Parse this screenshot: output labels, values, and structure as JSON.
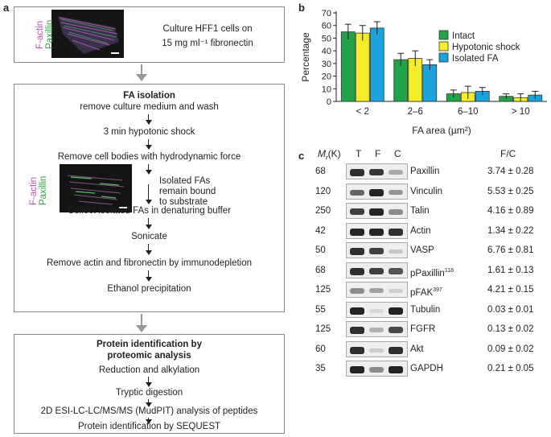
{
  "panel_a": {
    "letter": "a",
    "box1": {
      "culture_line1": "Culture HFF1 cells on",
      "culture_line2": "15 mg ml⁻¹ fibronectin",
      "label_factin": "F-actin",
      "label_paxillin": "Paxillin"
    },
    "box2": {
      "title": "FA isolation",
      "steps": [
        "remove culture medium and wash",
        "3 min hypotonic shock",
        "Remove cell bodies with hydrodynamic force",
        "Isolated FAs",
        "remain bound",
        "to substrate",
        "Collect isolated FAs in denaturing buffer",
        "Sonicate",
        "Remove actin and fibronectin by immunodepletion",
        "Ethanol precipitation"
      ],
      "label_factin": "F-actin",
      "label_paxillin": "Paxillin"
    },
    "box3": {
      "title_line1": "Protein identification by",
      "title_line2": "proteomic analysis",
      "steps": [
        "Reduction and alkylation",
        "Tryptic digestion",
        "2D ESI-LC-LC/MS/MS (MudPIT) analysis of peptides",
        "Protein identification by SEQUEST"
      ]
    }
  },
  "panel_b": {
    "letter": "b"
  },
  "chart_data": {
    "type": "bar",
    "title": "",
    "xlabel": "FA area (µm²)",
    "ylabel": "Percentage",
    "ylim": [
      0,
      70
    ],
    "yticks": [
      0,
      10,
      20,
      30,
      40,
      50,
      60,
      70
    ],
    "categories": [
      "< 2",
      "2–6",
      "6–10",
      "> 10"
    ],
    "legend_position": "top-right",
    "series": [
      {
        "name": "Intact",
        "color": "#22a34a",
        "values": [
          55,
          33,
          6,
          4
        ],
        "errors": [
          6,
          5,
          3,
          2
        ]
      },
      {
        "name": "Hypotonic shock",
        "color": "#f5ec2a",
        "values": [
          54,
          34,
          7,
          3
        ],
        "errors": [
          6,
          6,
          5,
          3
        ]
      },
      {
        "name": "Isolated FA",
        "color": "#1aa3dc",
        "values": [
          58,
          29,
          8,
          5
        ],
        "errors": [
          5,
          4,
          3,
          3
        ]
      }
    ]
  },
  "panel_c": {
    "letter": "c",
    "mr_label": "M",
    "mr_sub": "r",
    "mr_unit": "(K)",
    "lanes": [
      "T",
      "F",
      "C"
    ],
    "ratio_header": "F/C",
    "rows": [
      {
        "mw": "68",
        "protein": "Paxillin",
        "sup": "",
        "ratio": "3.74 ± 0.28",
        "bands": [
          0.9,
          0.85,
          0.25
        ]
      },
      {
        "mw": "120",
        "protein": "Vinculin",
        "sup": "",
        "ratio": "5.53 ± 0.25",
        "bands": [
          0.6,
          0.95,
          0.35
        ]
      },
      {
        "mw": "250",
        "protein": "Talin",
        "sup": "",
        "ratio": "4.16 ± 0.89",
        "bands": [
          0.8,
          0.95,
          0.4
        ]
      },
      {
        "mw": "42",
        "protein": "Actin",
        "sup": "",
        "ratio": "1.34 ± 0.22",
        "bands": [
          0.95,
          0.95,
          0.9
        ]
      },
      {
        "mw": "50",
        "protein": "VASP",
        "sup": "",
        "ratio": "6.76 ± 0.81",
        "bands": [
          0.9,
          0.8,
          0.1
        ]
      },
      {
        "mw": "68",
        "protein": "pPaxillin",
        "sup": "118",
        "ratio": "1.61 ± 0.13",
        "bands": [
          0.9,
          0.8,
          0.7
        ]
      },
      {
        "mw": "125",
        "protein": "pFAK",
        "sup": "397",
        "ratio": "4.21 ± 0.15",
        "bands": [
          0.4,
          0.3,
          0.05
        ]
      },
      {
        "mw": "55",
        "protein": "Tubulin",
        "sup": "",
        "ratio": "0.03 ± 0.01",
        "bands": [
          0.95,
          0.0,
          0.95
        ]
      },
      {
        "mw": "125",
        "protein": "FGFR",
        "sup": "",
        "ratio": "0.13 ± 0.02",
        "bands": [
          0.9,
          0.2,
          0.75
        ]
      },
      {
        "mw": "60",
        "protein": "Akt",
        "sup": "",
        "ratio": "0.09 ± 0.02",
        "bands": [
          0.9,
          0.05,
          0.9
        ]
      },
      {
        "mw": "35",
        "protein": "GAPDH",
        "sup": "",
        "ratio": "0.21 ± 0.05",
        "bands": [
          0.95,
          0.4,
          0.95
        ]
      }
    ]
  }
}
